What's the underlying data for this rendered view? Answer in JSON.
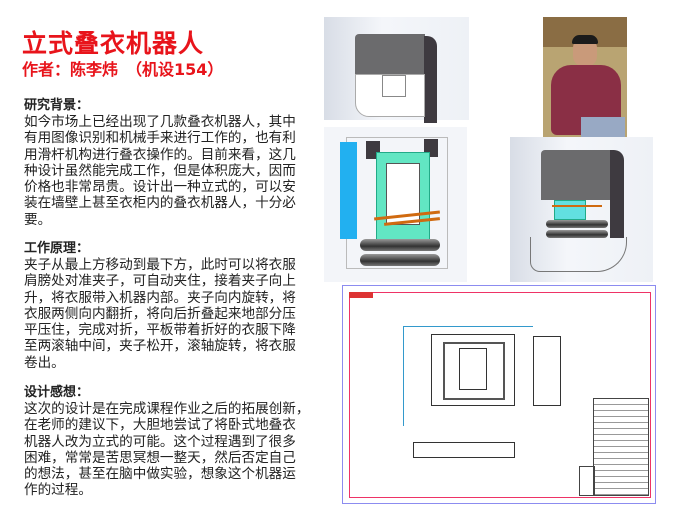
{
  "title": "立式叠衣机器人",
  "author": "作者：陈李炜　（机设154）",
  "sections": [
    {
      "heading": "研究背景：",
      "lines": [
        "如今市场上已经出现了几款叠衣机器人，其中",
        "有用图像识别和机械手来进行工作的，也有利",
        "用滑杆机构进行叠衣操作的。目前来看，这几",
        "种设计虽然能完成工作，但是体积庞大，因而",
        "价格也非常昂贵。设计出一种立式的，可以安",
        "装在墙壁上甚至衣柜内的叠衣机器人，十分必",
        "要。"
      ]
    },
    {
      "heading": "工作原理：",
      "lines": [
        "夹子从最上方移动到最下方，此时可以将衣服",
        "肩膀处对准夹子，可自动夹住，接着夹子向上",
        "升，将衣服带入机器内部。夹子向内旋转，将",
        "衣服两侧向内翻折，将向后折叠起来地部分压",
        "平压住，完成对折，平板带着折好的衣服下降",
        "至两滚轴中间，夹子松开，滚轴旋转，将衣服",
        "卷出。"
      ]
    },
    {
      "heading": "设计感想：",
      "lines": [
        "这次的设计是在完成课程作业之后的拓展创新，",
        "在老师的建议下，大胆地尝试了将卧式地叠衣",
        "机器人改为立式的可能。这个过程遇到了很多",
        "困难，常常是苦思冥想一整天，然后否定自己",
        "的想法，甚至在脑中做实验，想象这个机器运",
        "作的过程。"
      ]
    }
  ],
  "colors": {
    "title": "#e8141b",
    "teal_plate": "#62e6c3",
    "blue_panel": "#22b0f0",
    "rod": "#d06a10",
    "sweater": "#8a2f45"
  }
}
